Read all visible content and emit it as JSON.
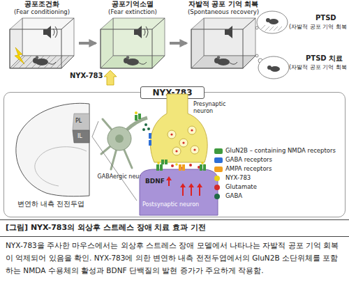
{
  "diagram": {
    "title": "[그림] NYX-783의 외상후 스트레스 장애 치료 효과 기전",
    "caption": "NYX-783을 주사한 마우스에서는 외상후 스트레스 장애 모델에서 나타나는 자발적 공포 기억 회복이 억제되어 있음을 확인. NYX-783에 의한 변연하 내측 전전두엽에서의 GluN2B 소단위체를 포함하는 NMDA 수용체의 활성과 BDNF 단백질의 발현 증가가 주요하게 작용함.",
    "nodes": [
      {
        "text": [
          "공포조건화",
          "(Fear conditioning)"
        ]
      },
      {
        "text": [
          "공포기억소멸",
          "(Fear extinction)"
        ]
      },
      {
        "text": [
          "자발적 공포 기억 회복",
          "(Spontaneous recovery)"
        ]
      },
      {
        "text": [
          "NYX-783"
        ]
      },
      {
        "text": [
          "PL",
          "IL",
          "변연하 내측 전전두엽"
        ],
        "in": 3
      },
      {
        "text": [
          "GABAergic neuron"
        ],
        "in": 3
      },
      {
        "text": [
          "Presynaptic neuron"
        ],
        "in": 3
      },
      {
        "text": [
          "BDNF",
          "Postsynaptic neuron"
        ],
        "in": 3
      }
    ],
    "edges": [
      {
        "from": 0,
        "to": 1,
        "arrow": "to"
      },
      {
        "from": 1,
        "to": 2,
        "arrow": "to"
      },
      {
        "from": 4,
        "to": 5,
        "arrow": "none"
      },
      {
        "from": 4,
        "to": 7,
        "arrow": "none"
      }
    ],
    "labels": [
      "NYX-783",
      "PTSD",
      "(자발적 공포 기억 회복",
      "PTSD 치료",
      "(자발적 공포 기억 회복"
    ],
    "legend": [
      {
        "text": "GluN2B – containing NMDA receptors",
        "color": "#3f9a3f"
      },
      {
        "text": "GABA receptors",
        "color": "#2e6fd6"
      },
      {
        "text": "AMPA receptors",
        "color": "#f2a01e"
      },
      {
        "text": "NYX-783",
        "color": "#e9d21a"
      },
      {
        "text": "Glutamate",
        "color": "#d42a2a"
      },
      {
        "text": "GABA",
        "color": "#1f6b45"
      }
    ]
  }
}
